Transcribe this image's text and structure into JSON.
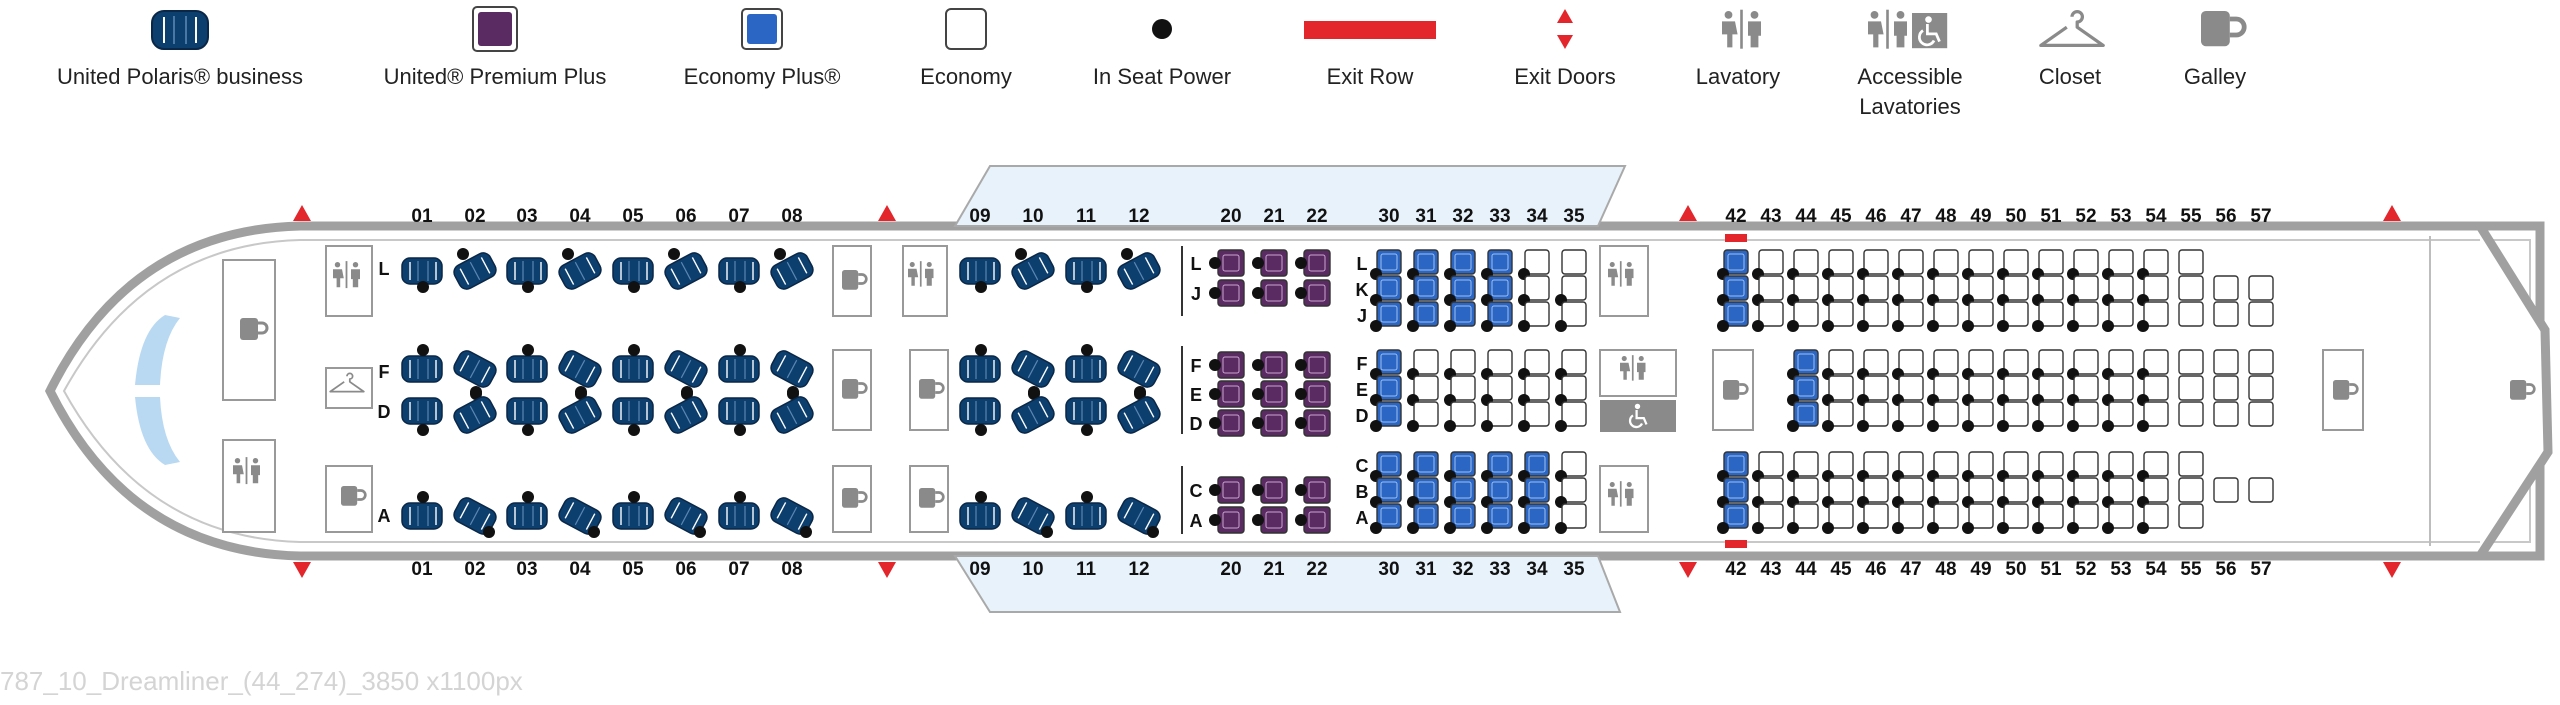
{
  "legend": [
    {
      "key": "polaris",
      "label": "United Polaris® business",
      "icon": "polaris-seat-icon"
    },
    {
      "key": "premium",
      "label": "United® Premium Plus",
      "icon": "premium-plus-seat-icon"
    },
    {
      "key": "plus",
      "label": "Economy Plus®",
      "icon": "economy-plus-seat-icon"
    },
    {
      "key": "economy",
      "label": "Economy",
      "icon": "economy-seat-icon"
    },
    {
      "key": "power",
      "label": "In Seat Power",
      "icon": "power-dot-icon"
    },
    {
      "key": "exitrow",
      "label": "Exit Row",
      "icon": "exit-row-icon"
    },
    {
      "key": "exitdoor",
      "label": "Exit Doors",
      "icon": "exit-door-icon"
    },
    {
      "key": "lav",
      "label": "Lavatory",
      "icon": "lavatory-icon"
    },
    {
      "key": "alav",
      "label": "Accessible Lavatories",
      "icon": "accessible-lavatory-icon"
    },
    {
      "key": "closet",
      "label": "Closet",
      "icon": "closet-hanger-icon"
    },
    {
      "key": "galley",
      "label": "Galley",
      "icon": "galley-cup-icon"
    }
  ],
  "colors": {
    "polaris": "#0c3f6e",
    "premium": "#5a2a62",
    "plus": "#2b66c5",
    "economy": "#ffffff",
    "exit": "#e2262b",
    "fuselage": "#a0a0a0",
    "window": "#b9d9f2"
  },
  "sections": {
    "polaris": {
      "rows_front": [
        "01",
        "02",
        "03",
        "04",
        "05",
        "06",
        "07",
        "08"
      ],
      "rows_rear": [
        "09",
        "10",
        "11",
        "12"
      ],
      "letters": [
        "L",
        "F",
        "D",
        "A"
      ]
    },
    "premium": {
      "rows": [
        "20",
        "21",
        "22"
      ],
      "letters": [
        "L",
        "J",
        "F",
        "E",
        "D",
        "C",
        "A"
      ]
    },
    "economy": {
      "rows_front": [
        "30",
        "31",
        "32",
        "33",
        "34",
        "35"
      ],
      "rows_rear": [
        "42",
        "43",
        "44",
        "45",
        "46",
        "47",
        "48",
        "49",
        "50",
        "51",
        "52",
        "53",
        "54",
        "55",
        "56",
        "57"
      ],
      "letters": [
        "L",
        "K",
        "J",
        "F",
        "E",
        "D",
        "C",
        "B",
        "A"
      ]
    }
  },
  "caption": "787_10_Dreamliner_(44_274)_3850 x1100px"
}
